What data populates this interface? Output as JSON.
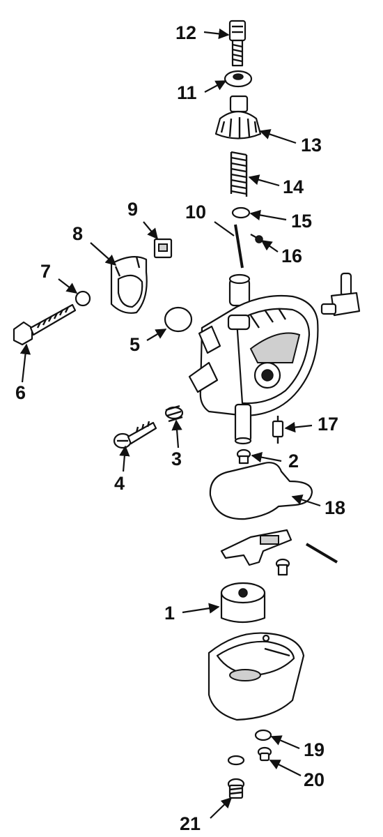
{
  "callouts": {
    "n1": "1",
    "n2": "2",
    "n3": "3",
    "n4": "4",
    "n5": "5",
    "n6": "6",
    "n7": "7",
    "n8": "8",
    "n9": "9",
    "n10": "10",
    "n11": "11",
    "n12": "12",
    "n13": "13",
    "n14": "14",
    "n15": "15",
    "n16": "16",
    "n17": "17",
    "n18": "18",
    "n19": "19",
    "n20": "20",
    "n21": "21"
  }
}
